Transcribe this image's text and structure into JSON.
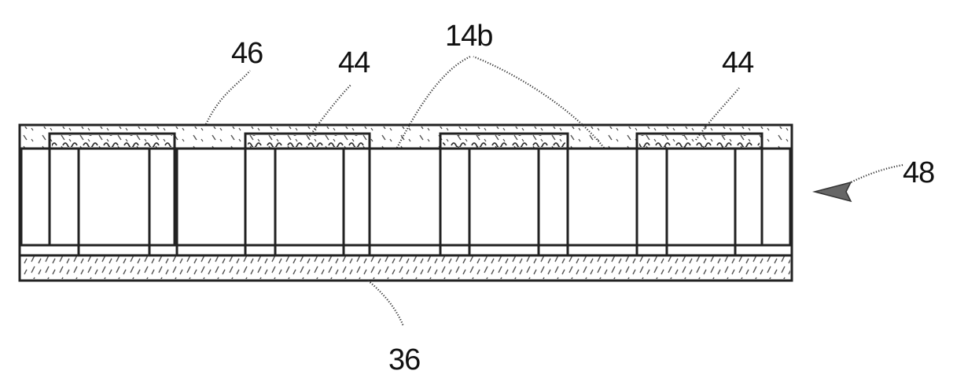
{
  "labels": {
    "label_46": "46",
    "label_44_left": "44",
    "label_14b": "14b",
    "label_44_right": "44",
    "label_48": "48",
    "label_36": "36"
  }
}
